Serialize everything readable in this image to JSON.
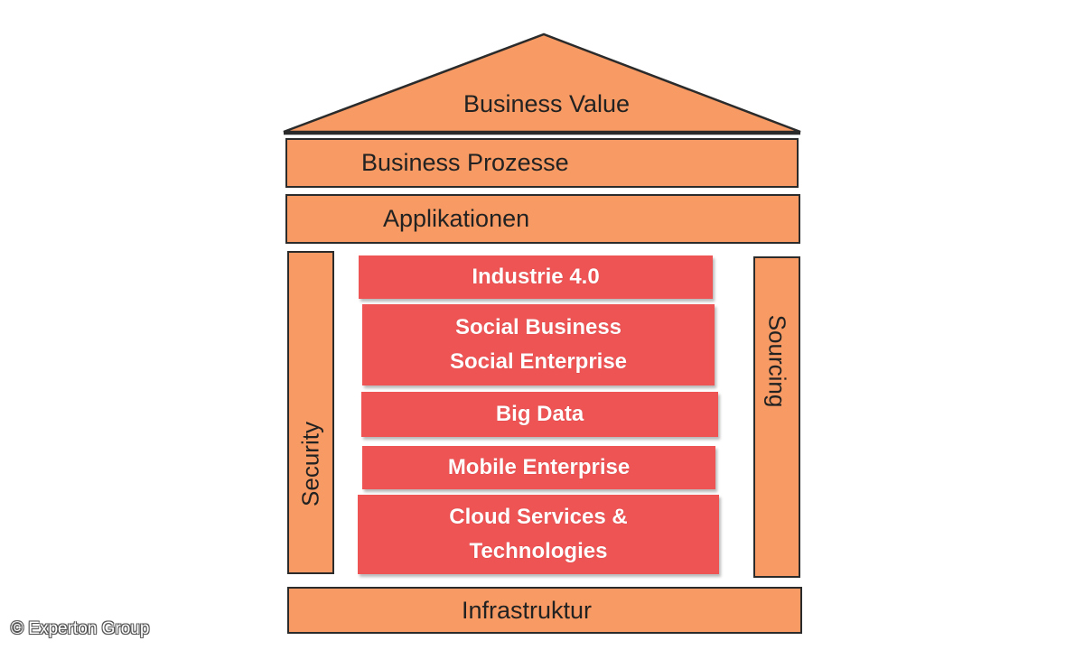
{
  "roof": {
    "label": "Business Value"
  },
  "layers": {
    "prozesse": "Business Prozesse",
    "applikationen": "Applikationen",
    "infrastruktur": "Infrastruktur"
  },
  "pillars": {
    "left": "Security",
    "right": "Sourcing"
  },
  "blocks": {
    "industrie": [
      "Industrie 4.0"
    ],
    "social": [
      "Social Business",
      "Social Enterprise"
    ],
    "bigdata": [
      "Big Data"
    ],
    "mobile": [
      "Mobile Enterprise"
    ],
    "cloud": [
      "Cloud Services &",
      "Technologies"
    ]
  },
  "footer": {
    "copyright": "© Experton Group"
  },
  "colors": {
    "orange": "#f79a63",
    "red": "#ef5455",
    "outline": "#2b2b2b"
  }
}
